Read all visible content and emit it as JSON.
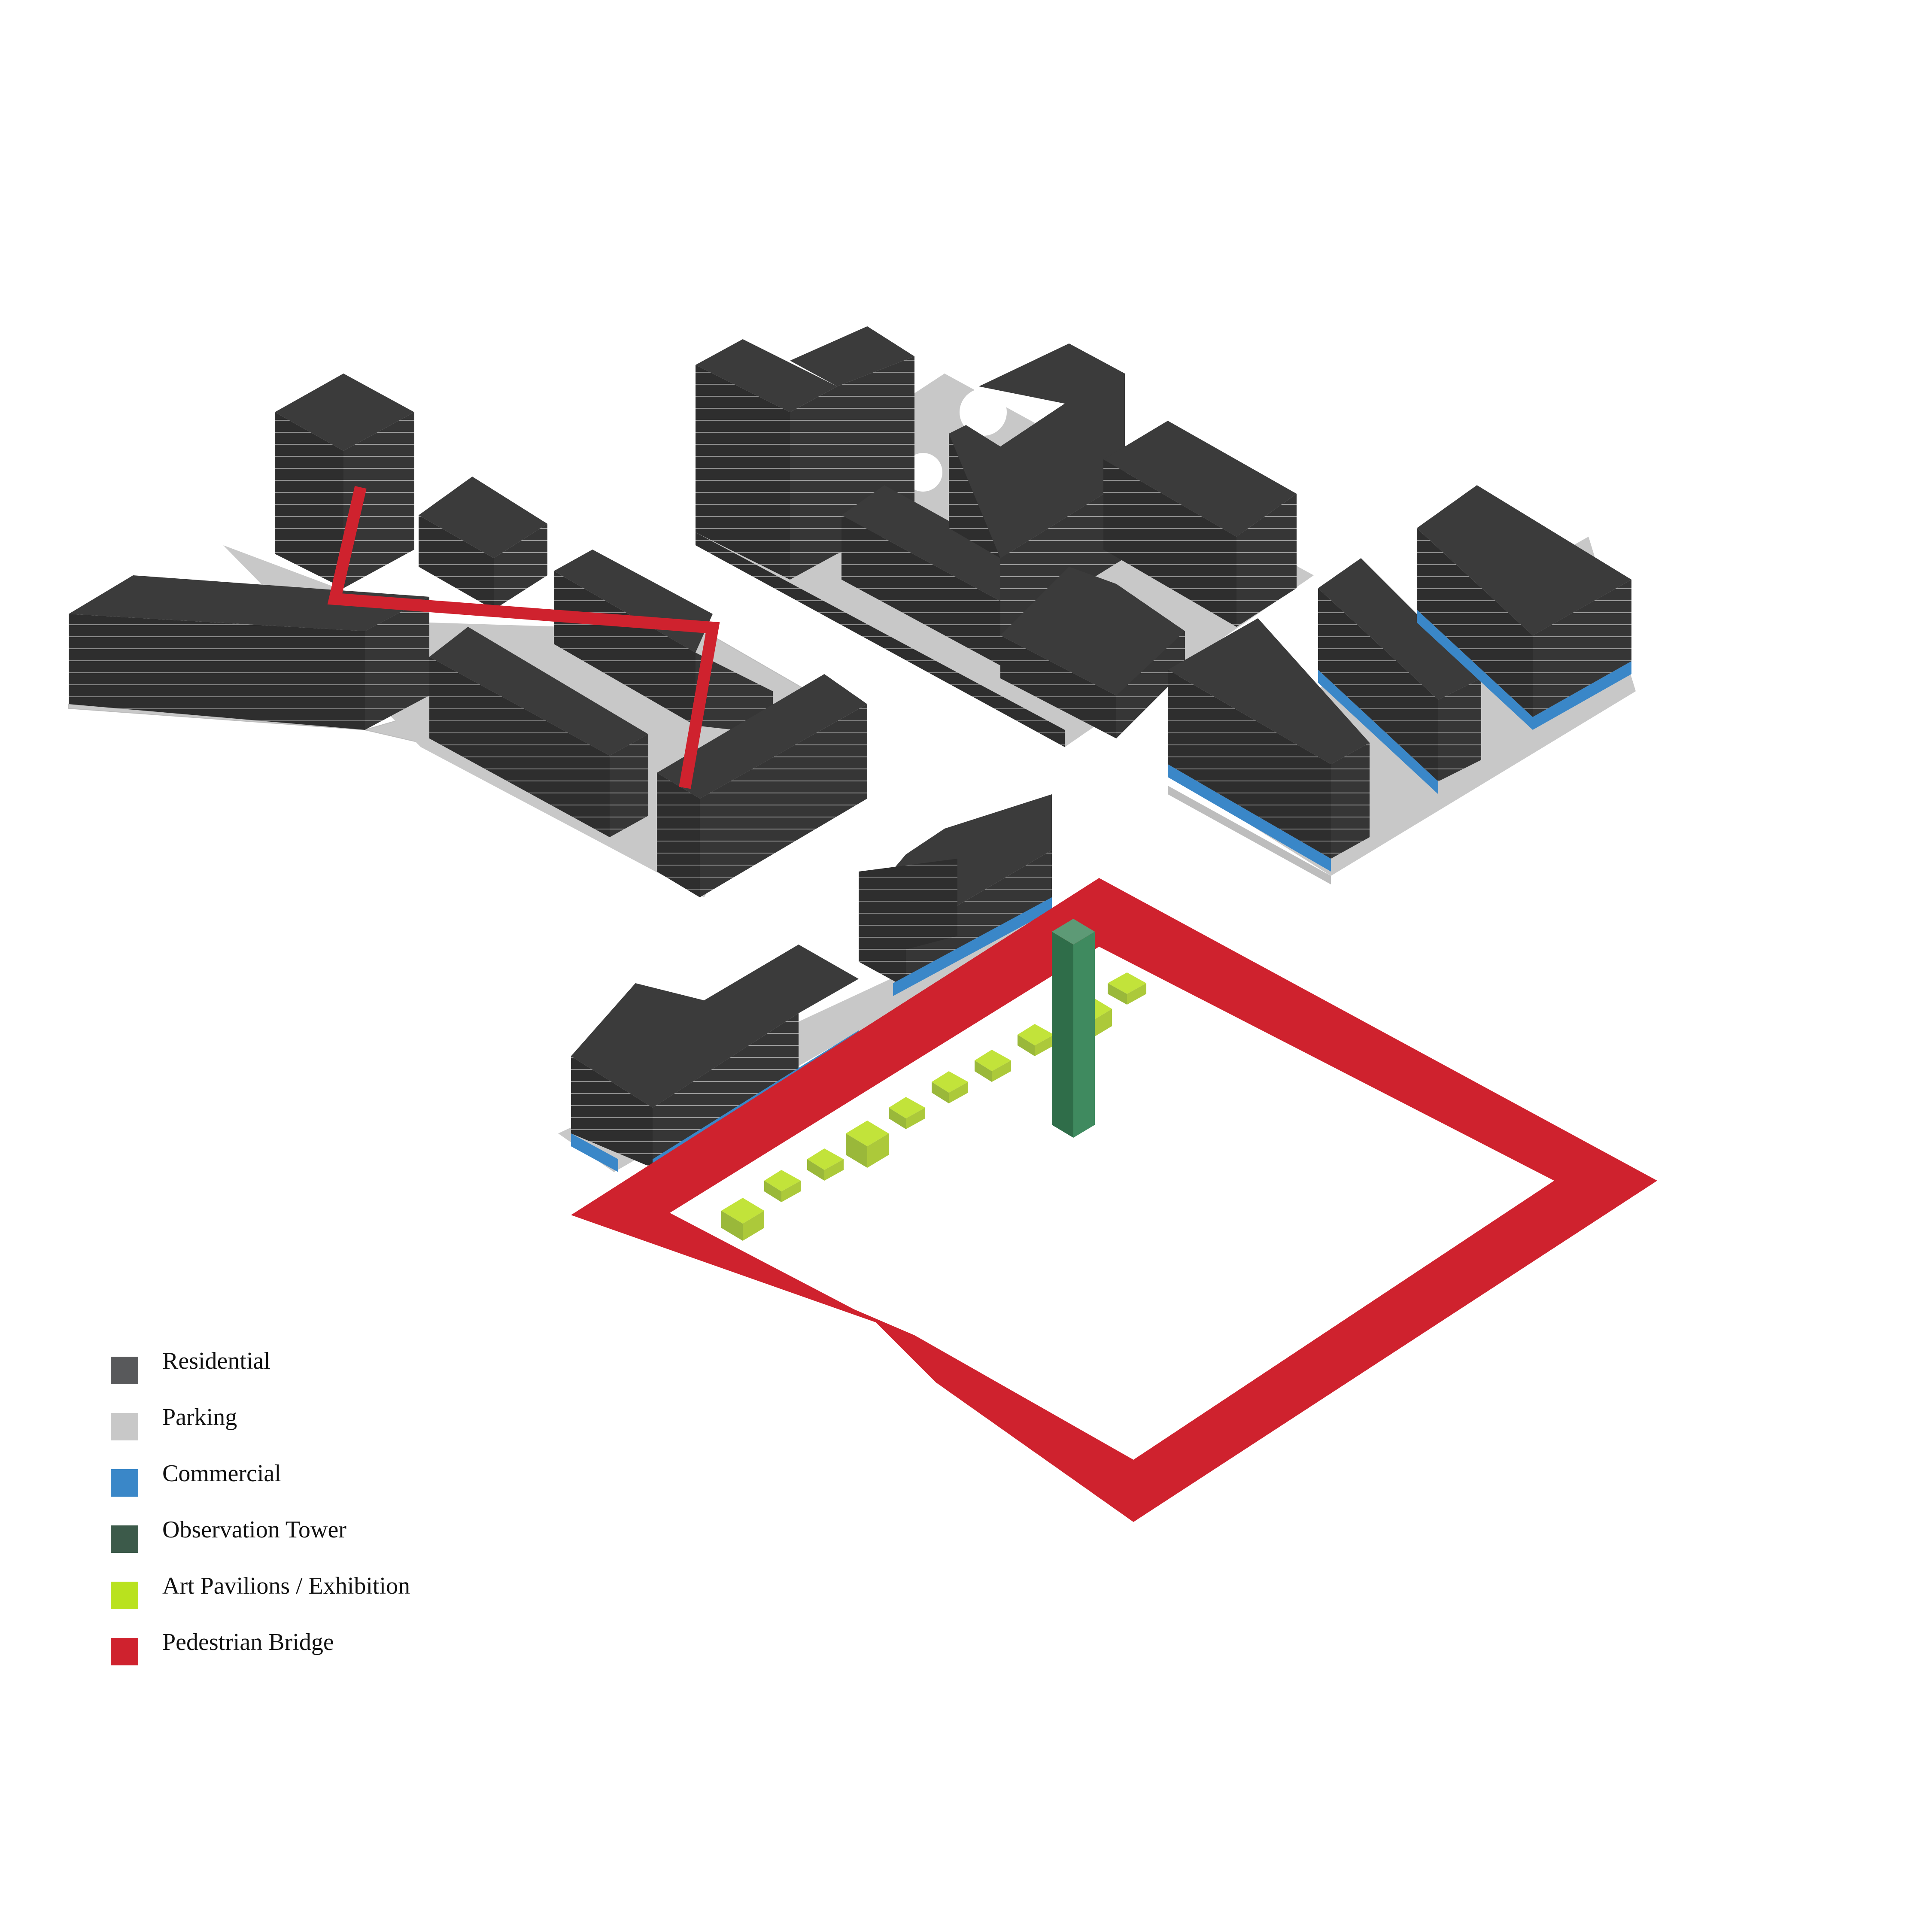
{
  "legend": {
    "items": [
      {
        "key": "residential",
        "label": "Residential",
        "color": "#58595b"
      },
      {
        "key": "parking",
        "label": "Parking",
        "color": "#c8c8c8"
      },
      {
        "key": "commercial",
        "label": "Commercial",
        "color": "#3a87c8"
      },
      {
        "key": "observation_tower",
        "label": "Observation Tower",
        "color": "#3c5a4a"
      },
      {
        "key": "art_pavilions",
        "label": "Art Pavilions / Exhibition",
        "color": "#b9e21e"
      },
      {
        "key": "pedestrian_bridge",
        "label": "Pedestrian Bridge",
        "color": "#cf222e"
      }
    ]
  },
  "colors": {
    "building_top": "#3b3b3b",
    "building_side": "#2d2d2d",
    "building_front": "#262626",
    "floor_line": "#8a8a8a",
    "parking": "#c8c8c8",
    "commercial": "#3a87c8",
    "tower": "#3f8a5f",
    "pavilion": "#c2e33a",
    "bridge": "#cf222e"
  }
}
